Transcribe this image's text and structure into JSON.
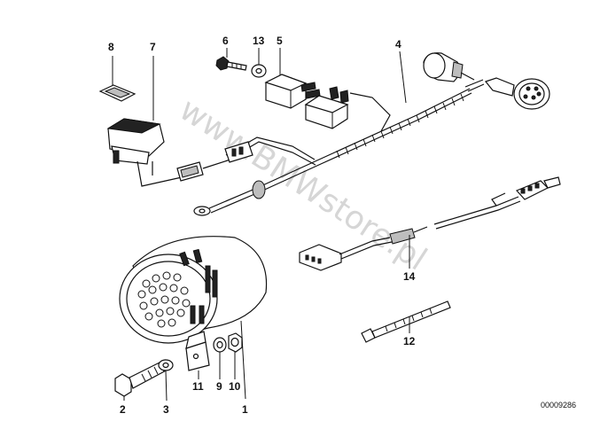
{
  "watermark": "www.BMWstore.pl",
  "diagram_code": "00009286",
  "callouts": [
    {
      "id": "c2",
      "label": "2"
    },
    {
      "id": "c3",
      "label": "3"
    },
    {
      "id": "c11",
      "label": "11"
    },
    {
      "id": "c9",
      "label": "9"
    },
    {
      "id": "c10",
      "label": "10"
    },
    {
      "id": "c1",
      "label": "1"
    },
    {
      "id": "c8",
      "label": "8"
    },
    {
      "id": "c7",
      "label": "7"
    },
    {
      "id": "c6",
      "label": "6"
    },
    {
      "id": "c13",
      "label": "13"
    },
    {
      "id": "c5",
      "label": "5"
    },
    {
      "id": "c4",
      "label": "4"
    },
    {
      "id": "c14",
      "label": "14"
    },
    {
      "id": "c12",
      "label": "12"
    }
  ]
}
